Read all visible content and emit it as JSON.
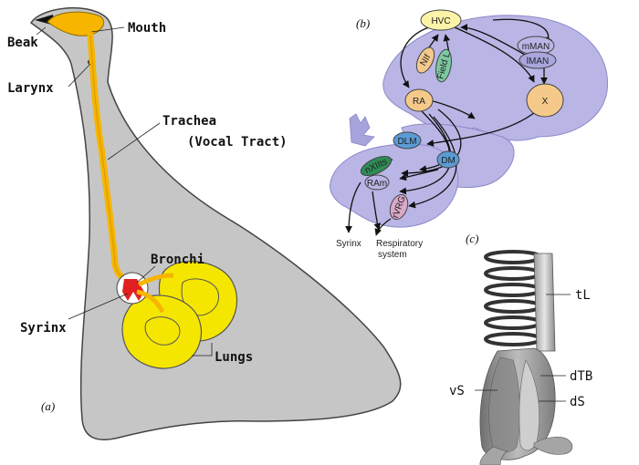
{
  "panel_a": {
    "tag": "(a)",
    "labels": {
      "beak": "Beak",
      "mouth": "Mouth",
      "larynx": "Larynx",
      "trachea": "Trachea",
      "vocal_tract": "(Vocal Tract)",
      "bronchi": "Bronchi",
      "syrinx": "Syrinx",
      "lungs": "Lungs"
    },
    "colors": {
      "body": "#c6c6c6",
      "trachea": "#f7b500",
      "lungs": "#f5e600",
      "syrinx": "#e02020"
    }
  },
  "panel_b": {
    "tag": "(b)",
    "nodes": {
      "hvc": "HVC",
      "nif": "NIf",
      "field_l": "Field L",
      "mman": "mMAN",
      "lman": "lMAN",
      "ra": "RA",
      "x": "X",
      "dlm": "DLM",
      "dm": "DM",
      "nxiits": "nXIIts",
      "ram": "RAm",
      "rvrg": "rVRG"
    },
    "outputs": {
      "syrinx": "Syrinx",
      "respiratory": "Respiratory\nsystem"
    },
    "colors": {
      "brain": "#b9b6e6",
      "yellow": "#fbf3a8",
      "orange": "#f4c98a",
      "green": "#7cc8a0",
      "blue": "#5b9bd5",
      "pink": "#d9a8c8",
      "dark_green": "#2e8b57"
    }
  },
  "panel_c": {
    "tag": "(c)",
    "labels": {
      "tl": "tL",
      "dtb": "dTB",
      "vs": "vS",
      "ds": "dS"
    }
  }
}
